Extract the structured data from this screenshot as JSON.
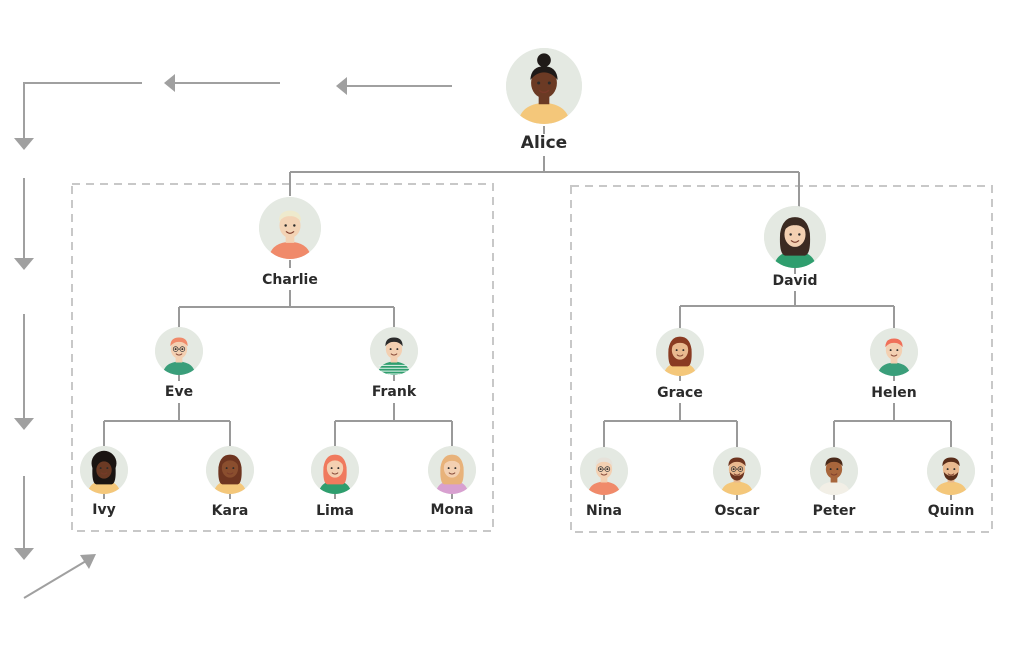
{
  "tree": {
    "root": "Alice",
    "children": [
      {
        "name": "Charlie",
        "children": [
          {
            "name": "Eve",
            "children": [
              {
                "name": "Ivy"
              },
              {
                "name": "Kara"
              }
            ]
          },
          {
            "name": "Frank",
            "children": [
              {
                "name": "Lima"
              },
              {
                "name": "Mona"
              }
            ]
          }
        ]
      },
      {
        "name": "David",
        "children": [
          {
            "name": "Grace",
            "children": [
              {
                "name": "Nina"
              },
              {
                "name": "Oscar"
              }
            ]
          },
          {
            "name": "Helen",
            "children": [
              {
                "name": "Peter"
              },
              {
                "name": "Quinn"
              }
            ]
          }
        ]
      }
    ]
  },
  "people": {
    "alice": {
      "name": "Alice",
      "skin": "#6b3a24",
      "hair": "#1f1a18",
      "shirt": "#f4c77a",
      "icon": "woman-bun-avatar-icon"
    },
    "charlie": {
      "name": "Charlie",
      "skin": "#f3d3b5",
      "hair": "#eeeacd",
      "shirt": "#f08a6a",
      "icon": "man-blond-avatar-icon"
    },
    "david": {
      "name": "David",
      "skin": "#f3d0b2",
      "hair": "#3b2a22",
      "shirt": "#2f9e6e",
      "icon": "woman-long-hair-avatar-icon"
    },
    "eve": {
      "name": "Eve",
      "skin": "#f3d0b2",
      "hair": "#f08a6a",
      "shirt": "#3a9e7a",
      "icon": "man-glasses-avatar-icon"
    },
    "frank": {
      "name": "Frank",
      "skin": "#f3d0b2",
      "hair": "#2b2b2b",
      "shirt": "#2f9e6e",
      "icon": "man-striped-shirt-avatar-icon"
    },
    "grace": {
      "name": "Grace",
      "skin": "#e9b98f",
      "hair": "#8a3b22",
      "shirt": "#f4c77a",
      "icon": "woman-auburn-avatar-icon"
    },
    "helen": {
      "name": "Helen",
      "skin": "#f3d0b2",
      "hair": "#f0705a",
      "shirt": "#3a9e7a",
      "icon": "man-red-hair-avatar-icon"
    },
    "ivy": {
      "name": "Ivy",
      "skin": "#6b3a24",
      "hair": "#1a1412",
      "shirt": "#f4c77a",
      "icon": "woman-afro-avatar-icon"
    },
    "kara": {
      "name": "Kara",
      "skin": "#8a4e2e",
      "hair": "#6e3520",
      "shirt": "#f4c77a",
      "icon": "woman-curly-hair-avatar-icon"
    },
    "lima": {
      "name": "Lima",
      "skin": "#f3d0b2",
      "hair": "#f07a5e",
      "shirt": "#2f9e6e",
      "icon": "woman-red-curly-avatar-icon"
    },
    "mona": {
      "name": "Mona",
      "skin": "#f3d0b2",
      "hair": "#e8b27a",
      "shirt": "#d8a0d0",
      "icon": "woman-blonde-avatar-icon"
    },
    "nina": {
      "name": "Nina",
      "skin": "#f3d0b2",
      "hair": "#e6e2da",
      "shirt": "#f08a6a",
      "icon": "woman-grey-hair-avatar-icon"
    },
    "oscar": {
      "name": "Oscar",
      "skin": "#e9b98f",
      "hair": "#6e3520",
      "shirt": "#f4c77a",
      "icon": "man-glasses-beard-avatar-icon"
    },
    "peter": {
      "name": "Peter",
      "skin": "#a8663c",
      "hair": "#4a2a1a",
      "shirt": "#f2efe6",
      "icon": "man-curly-avatar-icon"
    },
    "quinn": {
      "name": "Quinn",
      "skin": "#e9b98f",
      "hair": "#5a2e1a",
      "shirt": "#f4c77a",
      "icon": "man-beard-avatar-icon"
    }
  },
  "colors": {
    "line": "#9a9a9a",
    "dash": "#c8c8c8",
    "arrow": "#a0a0a0",
    "avatar_bg": "#e4e9e2",
    "text": "#2b2b2b"
  }
}
